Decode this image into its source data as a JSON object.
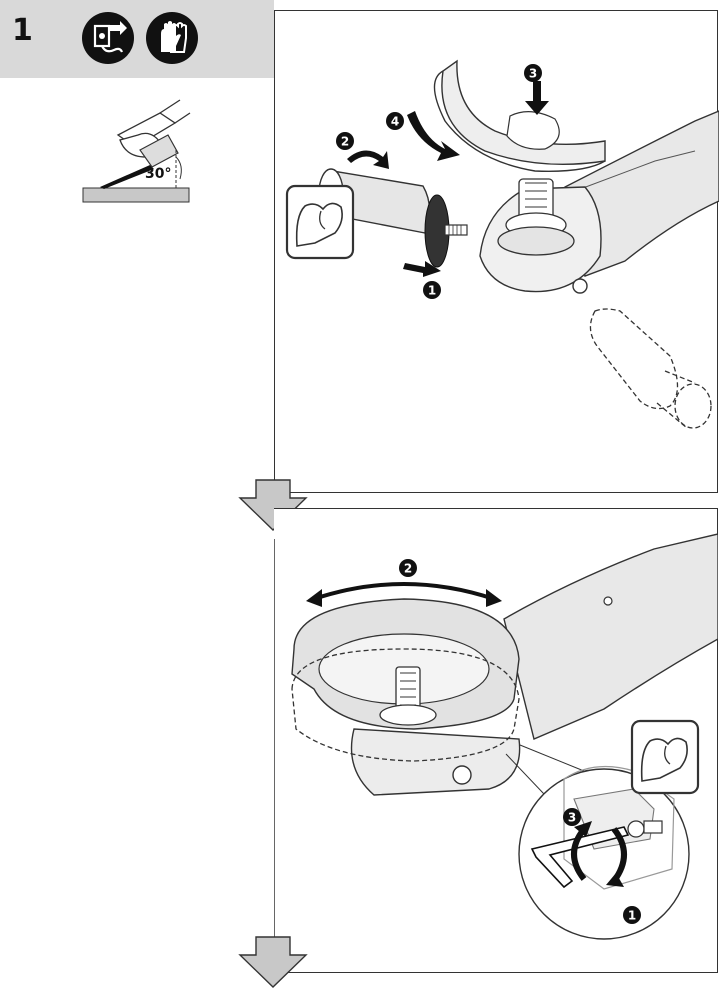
{
  "step": {
    "number": "1"
  },
  "icons": [
    {
      "name": "unplug-power-icon"
    },
    {
      "name": "safety-gloves-icon"
    }
  ],
  "angle_figure": {
    "angle_text": "30°"
  },
  "top_panel": {
    "callouts": [
      "1",
      "2",
      "3",
      "4"
    ]
  },
  "bottom_panel": {
    "callouts": [
      "2",
      "3",
      "1"
    ]
  },
  "colors": {
    "header_band": "#d9d9d9",
    "arrow_fill": "#c8c8c8",
    "ink": "#111111"
  }
}
